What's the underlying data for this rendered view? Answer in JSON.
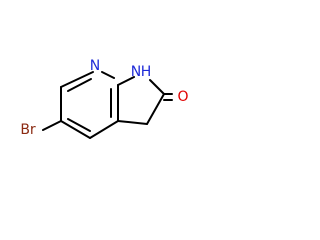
{
  "molecule": {
    "atoms": {
      "n_pyridine": {
        "label": "N",
        "color": "#1f2bd8"
      },
      "nh": {
        "label": "H",
        "n_label": "N",
        "color": "#1f2bd8"
      },
      "oxygen": {
        "label": "O",
        "color": "#e00000"
      },
      "bromine": {
        "label": "Br",
        "color": "#8b2a12"
      }
    }
  }
}
